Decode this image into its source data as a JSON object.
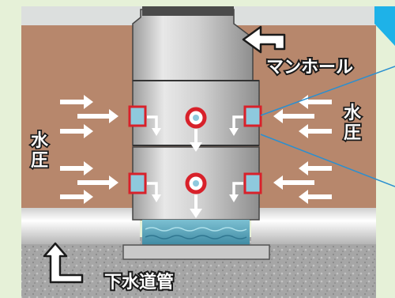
{
  "labels": {
    "manhole": "マンホール",
    "water_pressure_left": [
      "水",
      "圧"
    ],
    "water_pressure_right": [
      "水",
      "圧"
    ],
    "sewer_pipe": "下水道管"
  },
  "colors": {
    "background": "#e6f1d8",
    "soil": "#b7876c",
    "sky": "#d9dede",
    "gravel": "#a4a4a4",
    "pipe": "#e8e8e8",
    "water": "#5fa2b8",
    "seal_red": "#d8212a",
    "callout_line": "#2a8fd0",
    "corner_accent": "#1eb2e8",
    "arrow": "#ffffff",
    "label_text": "#ffffff",
    "label_stroke": "#1a1a1a"
  }
}
